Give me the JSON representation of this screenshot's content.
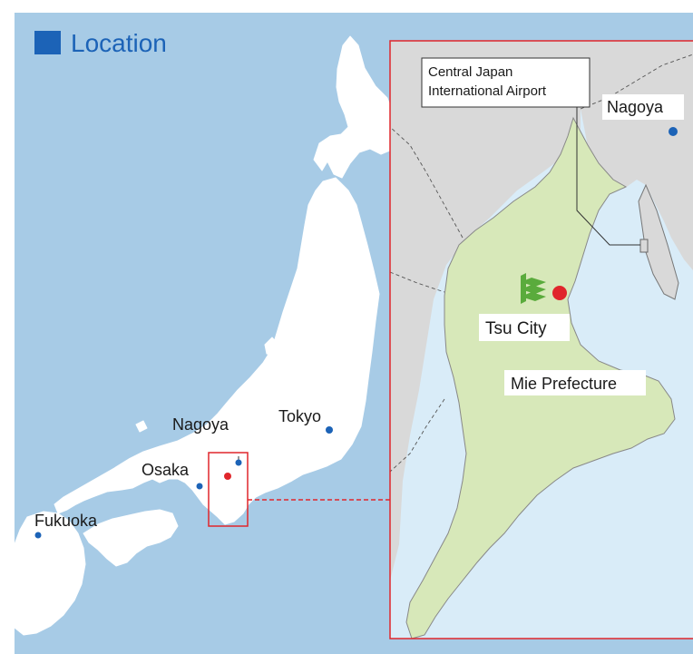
{
  "title": "Location",
  "colors": {
    "sea": "#a7cbe6",
    "land": "#ffffff",
    "accent": "#1c63b7",
    "frame": "#e0262b",
    "inset_sea": "#d9ecf8",
    "inset_land": "#d9d9d9",
    "prefecture": "#d7e8b9",
    "logo_green": "#5aab3c"
  },
  "overview_cities": {
    "tokyo": "Tokyo",
    "nagoya": "Nagoya",
    "osaka": "Osaka",
    "fukuoka": "Fukuoka"
  },
  "inset": {
    "airport": [
      "Central Japan",
      "International Airport"
    ],
    "nagoya": "Nagoya",
    "tsu_city": "Tsu City",
    "prefecture": "Mie Prefecture"
  },
  "icons": {
    "city_dot": "blue-circle",
    "tsu_marker": "red-circle",
    "tsu_logo": "tsu-city-emblem"
  }
}
